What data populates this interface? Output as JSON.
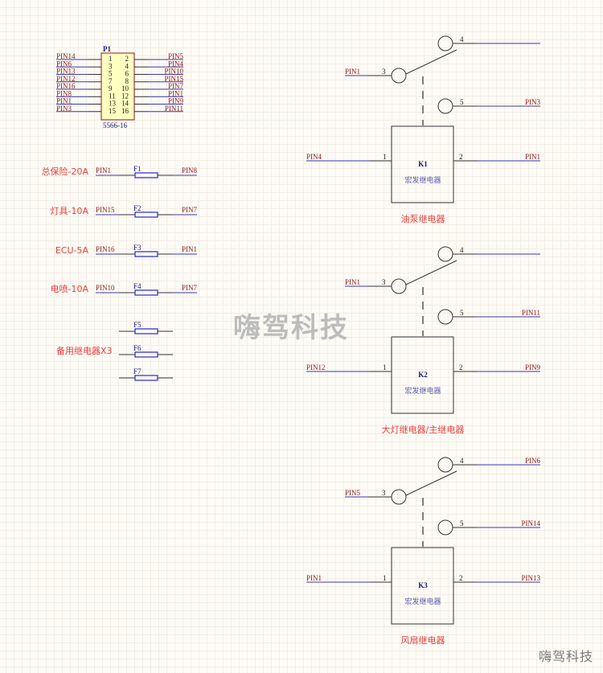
{
  "connector": {
    "designator": "P1",
    "footprint": "5566-16",
    "rows": [
      {
        "left_net": "PIN14",
        "left_pin": "1",
        "right_pin": "2",
        "right_net": "PIN5"
      },
      {
        "left_net": "PIN6",
        "left_pin": "3",
        "right_pin": "4",
        "right_net": "PIN4"
      },
      {
        "left_net": "PIN13",
        "left_pin": "5",
        "right_pin": "6",
        "right_net": "PIN10"
      },
      {
        "left_net": "PIN12",
        "left_pin": "7",
        "right_pin": "8",
        "right_net": "PIN15"
      },
      {
        "left_net": "PIN16",
        "left_pin": "9",
        "right_pin": "10",
        "right_net": "PIN7"
      },
      {
        "left_net": "PIN8",
        "left_pin": "11",
        "right_pin": "12",
        "right_net": "PIN1"
      },
      {
        "left_net": "PIN1",
        "left_pin": "13",
        "right_pin": "14",
        "right_net": "PIN9"
      },
      {
        "left_net": "PIN3",
        "left_pin": "15",
        "right_pin": "16",
        "right_net": "PIN11"
      }
    ]
  },
  "fuses": [
    {
      "label": "总保险-20A",
      "designator": "F1",
      "left_net": "PIN1",
      "right_net": "PIN8"
    },
    {
      "label": "灯具-10A",
      "designator": "F2",
      "left_net": "PIN15",
      "right_net": "PIN7"
    },
    {
      "label": "ECU-5A",
      "designator": "F3",
      "left_net": "PIN16",
      "right_net": "PIN1"
    },
    {
      "label": "电喷-10A",
      "designator": "F4",
      "left_net": "PIN10",
      "right_net": "PIN7"
    }
  ],
  "spare_fuses": {
    "label": "备用继电器X3",
    "designators": [
      "F5",
      "F6",
      "F7"
    ]
  },
  "relays": [
    {
      "designator": "K1",
      "comment": "宏发继电器",
      "label": "油泵继电器",
      "pin3_net": "PIN1",
      "pin4_net": "",
      "pin5_net": "PIN3",
      "pin1_net": "PIN4",
      "pin2_net": "PIN1",
      "pins": {
        "p1": "1",
        "p2": "2",
        "p3": "3",
        "p4": "4",
        "p5": "5"
      }
    },
    {
      "designator": "K2",
      "comment": "宏发继电器",
      "label": "大灯继电器/主继电器",
      "pin3_net": "PIN1",
      "pin4_net": "",
      "pin5_net": "PIN11",
      "pin1_net": "PIN12",
      "pin2_net": "PIN9",
      "pins": {
        "p1": "1",
        "p2": "2",
        "p3": "3",
        "p4": "4",
        "p5": "5"
      }
    },
    {
      "designator": "K3",
      "comment": "宏发继电器",
      "label": "风扇继电器",
      "pin3_net": "PIN5",
      "pin4_net": "PIN6",
      "pin5_net": "PIN14",
      "pin1_net": "PIN1",
      "pin2_net": "PIN13",
      "pins": {
        "p1": "1",
        "p2": "2",
        "p3": "3",
        "p4": "4",
        "p5": "5"
      }
    }
  ],
  "watermark": {
    "center": "嗨驾科技",
    "corner": "嗨驾科技"
  },
  "colors": {
    "wire": "#3a3aa8",
    "pin_line": "#333333",
    "net_label": "#8b1a1a",
    "red_label": "#e8413c",
    "connector_fill": "#ffffc0",
    "connector_stroke": "#8b1a1a",
    "fuse_stroke": "#2828d0"
  }
}
